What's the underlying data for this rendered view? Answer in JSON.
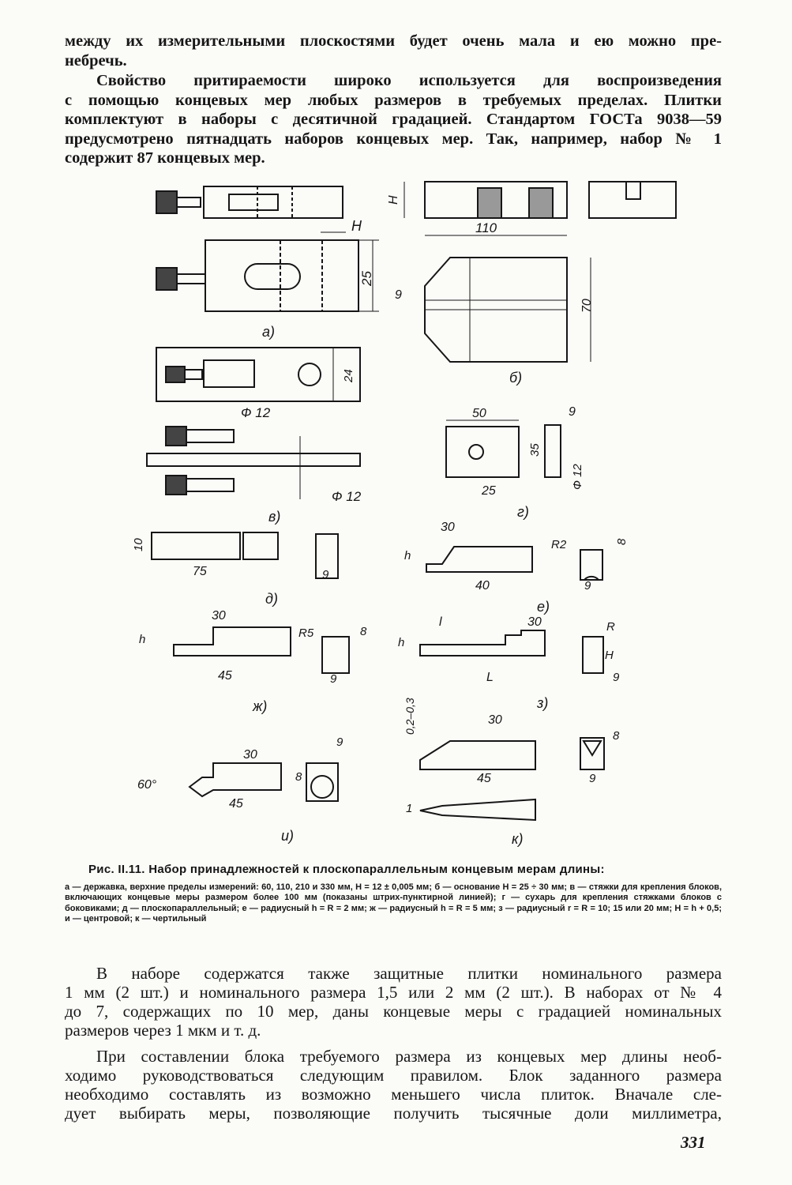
{
  "top_text": {
    "p1_lines": [
      "между их измерительными плоскостями будет очень мала и ею можно пре-",
      "небречь."
    ],
    "p2_lines": [
      "Свойство притираемости широко используется для воспроизведения",
      "с помощью концевых мер любых размеров в требуемых пределах. Плитки",
      "комплектуют в наборы с десятичной градацией. Стандартом ГОСТа 9038—59",
      "предусмотрено пятнадцать наборов концевых мер. Так, например, набор № 1",
      "содержит 87 концевых мер."
    ]
  },
  "figure": {
    "panel_labels": {
      "a": "а)",
      "b": "б)",
      "v": "в)",
      "g": "г)",
      "d": "д)",
      "e": "е)",
      "zh": "ж)",
      "z": "з)",
      "i": "и)",
      "k": "к)"
    },
    "dims": {
      "H": "H",
      "h": "h",
      "l": "l",
      "L": "L",
      "R": "R",
      "d110": "110",
      "d25": "25",
      "d9": "9",
      "d70": "70",
      "d24": "24",
      "phi12": "Ф 12",
      "d50": "50",
      "d35": "35",
      "d30": "30",
      "d10": "10",
      "d75": "75",
      "d8": "8",
      "d40": "40",
      "d45": "45",
      "R2": "R2",
      "R5": "R5",
      "tol": "0,2–0,3",
      "d1": "1",
      "angle60": "60°"
    }
  },
  "caption": {
    "title": "Рис. II.11. Набор принадлежностей к плоскопараллельным концевым мерам длины:",
    "body": "а — державка, верхние пределы измерений: 60, 110, 210 и 330 мм, H = 12 ± 0,005 мм; б — основание H = 25 ÷ 30 мм; в — стяжки для крепления блоков, включающих концевые меры размером более 100 мм (показаны штрих-пунктирной линией); г — сухарь для крепления стяжками блоков с боковиками; д — плоскопараллельный; е — радиусный h = R = 2 мм; ж — радиусный h = R = 5 мм; з — радиусный r = R = 10; 15 или 20 мм; H = h + 0,5; и — центровой; к — чертильный"
  },
  "bottom_text": {
    "p3_lines": [
      "В наборе содержатся также защитные плитки номинального размера",
      "1 мм (2 шт.) и номинального размера 1,5 или 2 мм (2 шт.). В наборах от № 4",
      "до 7, содержащих по 10 мер, даны концевые меры с градацией номинальных",
      "размеров через 1 мкм и т. д."
    ],
    "p4_lines": [
      "При составлении блока требуемого размера из концевых мер длины необ-",
      "ходимо руководствоваться следующим правилом. Блок заданного размера",
      "необходимо составлять из возможно меньшего числа плиток. Вначале сле-",
      "дует выбирать меры, позволяющие получить тысячные доли миллиметра,"
    ]
  },
  "page_number": "331"
}
